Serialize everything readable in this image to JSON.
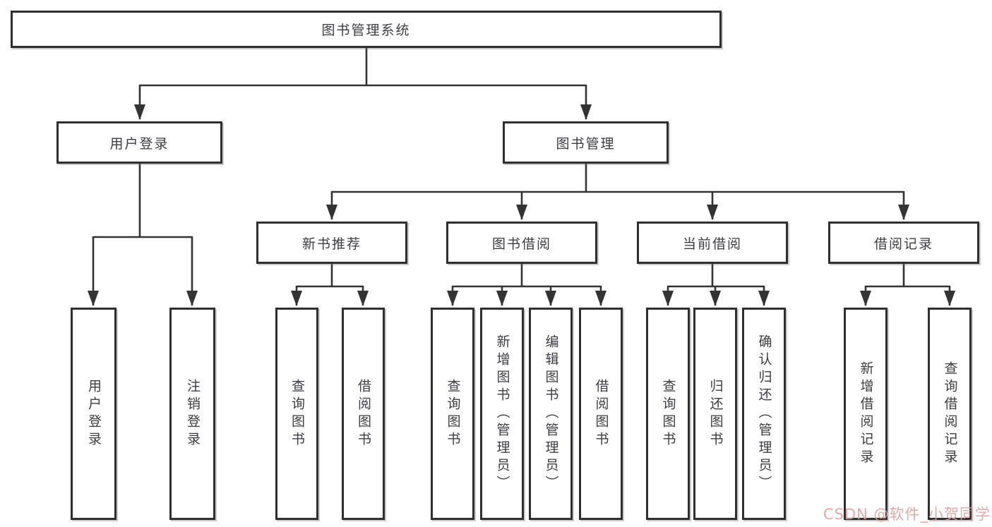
{
  "tree": {
    "root": "图书管理系统",
    "level2": [
      {
        "label": "用户登录",
        "children": [
          "用户登录",
          "注销登录"
        ]
      },
      {
        "label": "图书管理",
        "children": [
          {
            "label": "新书推荐",
            "children": [
              "查询图书",
              "借阅图书"
            ]
          },
          {
            "label": "图书借阅",
            "children": [
              "查询图书",
              "新增图书（管理员）",
              "编辑图书（管理员）",
              "借阅图书"
            ]
          },
          {
            "label": "当前借阅",
            "children": [
              "查询图书",
              "归还图书",
              "确认归还（管理员）"
            ]
          },
          {
            "label": "借阅记录",
            "children": [
              "新增借阅记录",
              "查询借阅记录"
            ]
          }
        ]
      }
    ]
  },
  "watermark": "CSDN @软件_小贺同学",
  "colors": {
    "line": "#333333",
    "border": "#2f2f2f",
    "text": "#3c3c42",
    "background": "#ffffff",
    "watermark": "#dfa0a0"
  }
}
